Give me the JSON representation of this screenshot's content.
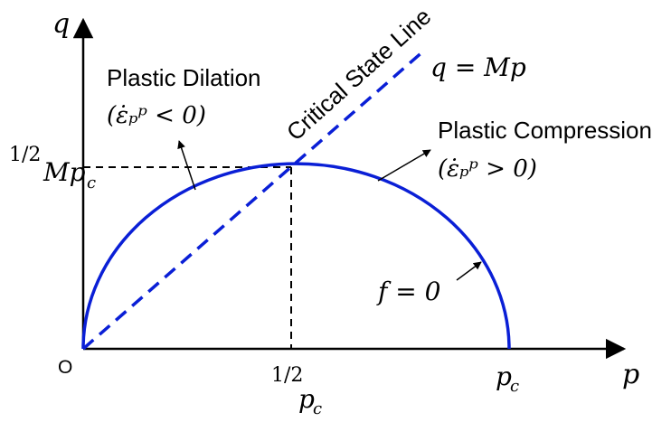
{
  "axes": {
    "x_label": "p",
    "y_label": "q",
    "origin_label": "O"
  },
  "lines": {
    "critical_state_label": "Critical State Line",
    "csl_equation": "q = Mp"
  },
  "regions": {
    "dilation_title": "Plastic Dilation",
    "dilation_condition": "(ε̇ₚᵖ < 0)",
    "compression_title": "Plastic Compression",
    "compression_condition": "(ε̇ₚᵖ > 0)"
  },
  "yield_surface": {
    "label": "f = 0"
  },
  "ticks": {
    "half_fraction": "1/2",
    "y_tick_symbol": "Mp",
    "y_tick_subscript": "c",
    "x_mid_symbol": "p",
    "x_mid_subscript": "c",
    "x_end_symbol": "p",
    "x_end_subscript": "c"
  },
  "colors": {
    "curve": "#0a1fd6",
    "axes": "#000000",
    "guides": "#000000"
  }
}
